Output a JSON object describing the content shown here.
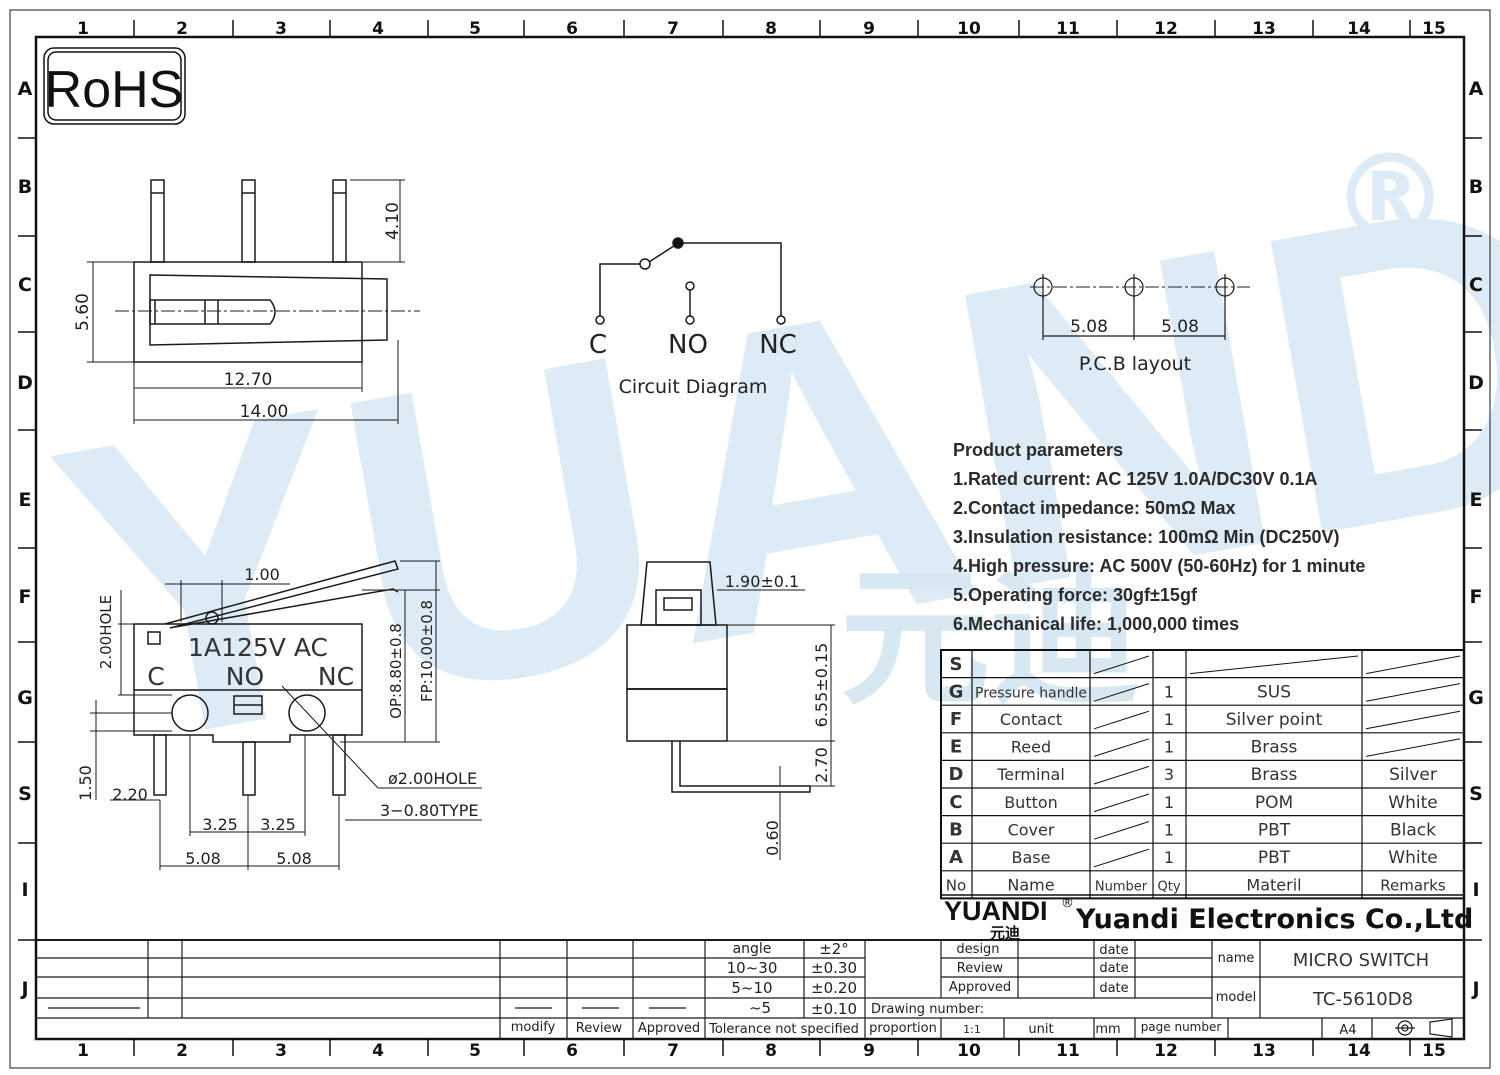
{
  "grid": {
    "cols": [
      "1",
      "2",
      "3",
      "4",
      "5",
      "6",
      "7",
      "8",
      "9",
      "10",
      "11",
      "12",
      "13",
      "14",
      "15"
    ],
    "rows": [
      "A",
      "B",
      "C",
      "D",
      "E",
      "F",
      "G",
      "S",
      "I",
      "J"
    ]
  },
  "rohs": "RoHS",
  "watermark": {
    "text": "YUANDI",
    "cn": "元迪",
    "reg": "®"
  },
  "side_view": {
    "d_410": "4.10",
    "d_560": "5.60",
    "d_1270": "12.70",
    "d_1400": "14.00"
  },
  "circuit": {
    "title": "Circuit  Diagram",
    "c": "C",
    "no": "NO",
    "nc": "NC"
  },
  "pcb": {
    "title": "P.C.B  layout",
    "d1": "5.08",
    "d2": "5.08"
  },
  "params": {
    "title": "Product parameters",
    "items": [
      "1.Rated current: AC 125V 1.0A/DC30V 0.1A",
      "2.Contact impedance: 50mΩ Max",
      "3.Insulation resistance: 100mΩ Min  (DC250V)",
      "4.High pressure: AC 500V   (50-60Hz)  for 1 minute",
      "5.Operating force: 30gf±15gf",
      "6.Mechanical life: 1,000,000 times"
    ]
  },
  "front_view": {
    "d_100": "1.00",
    "hole_top": "2.00HOLE",
    "marking": "1A125V  AC",
    "c": "C",
    "no": "NO",
    "nc": "NC",
    "op": "OP:8.80±0.8",
    "fp": "FP:10.00±0.8",
    "hole": "ø2.00HOLE",
    "type": "3−0.80TYPE",
    "d_150": "1.50",
    "d_220": "2.20",
    "d_325a": "3.25",
    "d_325b": "3.25",
    "d_508a": "5.08",
    "d_508b": "5.08"
  },
  "end_view": {
    "d_190": "1.90±0.1",
    "d_655": "6.55±0.15",
    "d_270": "2.70",
    "d_060": "0.60"
  },
  "bom": {
    "headers": [
      "No",
      "Name",
      "Number",
      "Qty",
      "Materil",
      "Remarks"
    ],
    "rows": [
      [
        "S",
        "",
        "",
        "",
        "",
        ""
      ],
      [
        "G",
        "Pressure handle",
        "",
        "1",
        "SUS",
        ""
      ],
      [
        "F",
        "Contact",
        "",
        "1",
        "Silver point",
        ""
      ],
      [
        "E",
        "Reed",
        "",
        "1",
        "Brass",
        ""
      ],
      [
        "D",
        "Terminal",
        "",
        "3",
        "Brass",
        "Silver"
      ],
      [
        "C",
        "Button",
        "",
        "1",
        "POM",
        "White"
      ],
      [
        "B",
        "Cover",
        "",
        "1",
        "PBT",
        "Black"
      ],
      [
        "A",
        "Base",
        "",
        "1",
        "PBT",
        "White"
      ]
    ]
  },
  "company": {
    "logo": "YUANDI",
    "logo_cn": "元迪",
    "reg": "®",
    "name": "Yuandi Electronics Co.,Ltd"
  },
  "title_block": {
    "angle": "angle",
    "angle_tol": "±2°",
    "r1": "10~30",
    "r1_tol": "±0.30",
    "r2": "5~10",
    "r2_tol": "±0.20",
    "r3": "~5",
    "r3_tol": "±0.10",
    "tol_label": "Tolerance not specified",
    "modify": "modify",
    "review": "Review",
    "approved": "Approved",
    "design": "design",
    "review2": "Review",
    "approved2": "Approved",
    "date1": "date",
    "date2": "date",
    "date3": "date",
    "drawing_number": "Drawing number:",
    "proportion": "proportion",
    "scale": "1:1",
    "unit": "unit",
    "mm": "mm",
    "page_number": "page number",
    "sheet": "A4",
    "name_label": "name",
    "name_value": "MICRO SWITCH",
    "model_label": "model",
    "model_value": "TC-5610D8"
  }
}
